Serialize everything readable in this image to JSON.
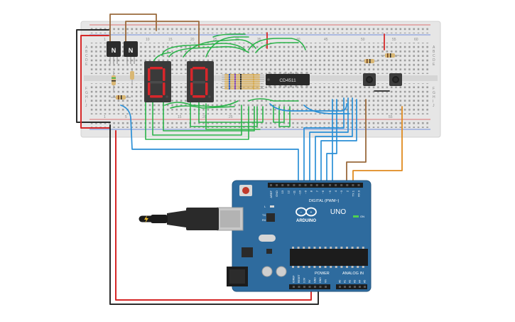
{
  "transistors": [
    {
      "label": "N"
    },
    {
      "label": "N"
    }
  ],
  "seven_segment": [
    {
      "digit": "0"
    },
    {
      "digit": "0"
    }
  ],
  "decoder_ic": {
    "label": "CD4511"
  },
  "breadboard": {
    "column_numbers": [
      "1",
      "5",
      "10",
      "15",
      "20",
      "25",
      "30",
      "35",
      "40",
      "45",
      "50",
      "55",
      "60"
    ],
    "row_letters": [
      "A",
      "B",
      "C",
      "D",
      "E",
      "F",
      "G",
      "H",
      "I",
      "J"
    ]
  },
  "arduino": {
    "brand": "ARDUINO",
    "model": "UNO",
    "digital_label": "DIGITAL (PWM~)",
    "power_label": "POWER",
    "analog_label": "ANALOG IN",
    "on_label": "ON",
    "led_labels": [
      "L",
      "TX",
      "RX"
    ],
    "digital_pins": [
      "AREF",
      "GND",
      "13",
      "12",
      "~11",
      "~10",
      "~9",
      "8",
      "7",
      "~6",
      "~5",
      "4",
      "~3",
      "2",
      "TX 1",
      "RX 0"
    ],
    "power_pins": [
      "IOREF",
      "RESET",
      "3.3V",
      "5V",
      "GND",
      "GND",
      "Vin"
    ],
    "analog_pins": [
      "A0",
      "A1",
      "A2",
      "A3",
      "A4",
      "A5"
    ]
  },
  "colors": {
    "wire_red": "#d62828",
    "wire_black": "#2b2b2b",
    "wire_green": "#2bb34a",
    "wire_blue": "#2a8fd6",
    "wire_brown": "#9a6a3c",
    "wire_orange": "#e08a1e",
    "board_blue": "#2e6b9e",
    "breadboard": "#e4e4e4",
    "segment_on": "#d8262b"
  }
}
